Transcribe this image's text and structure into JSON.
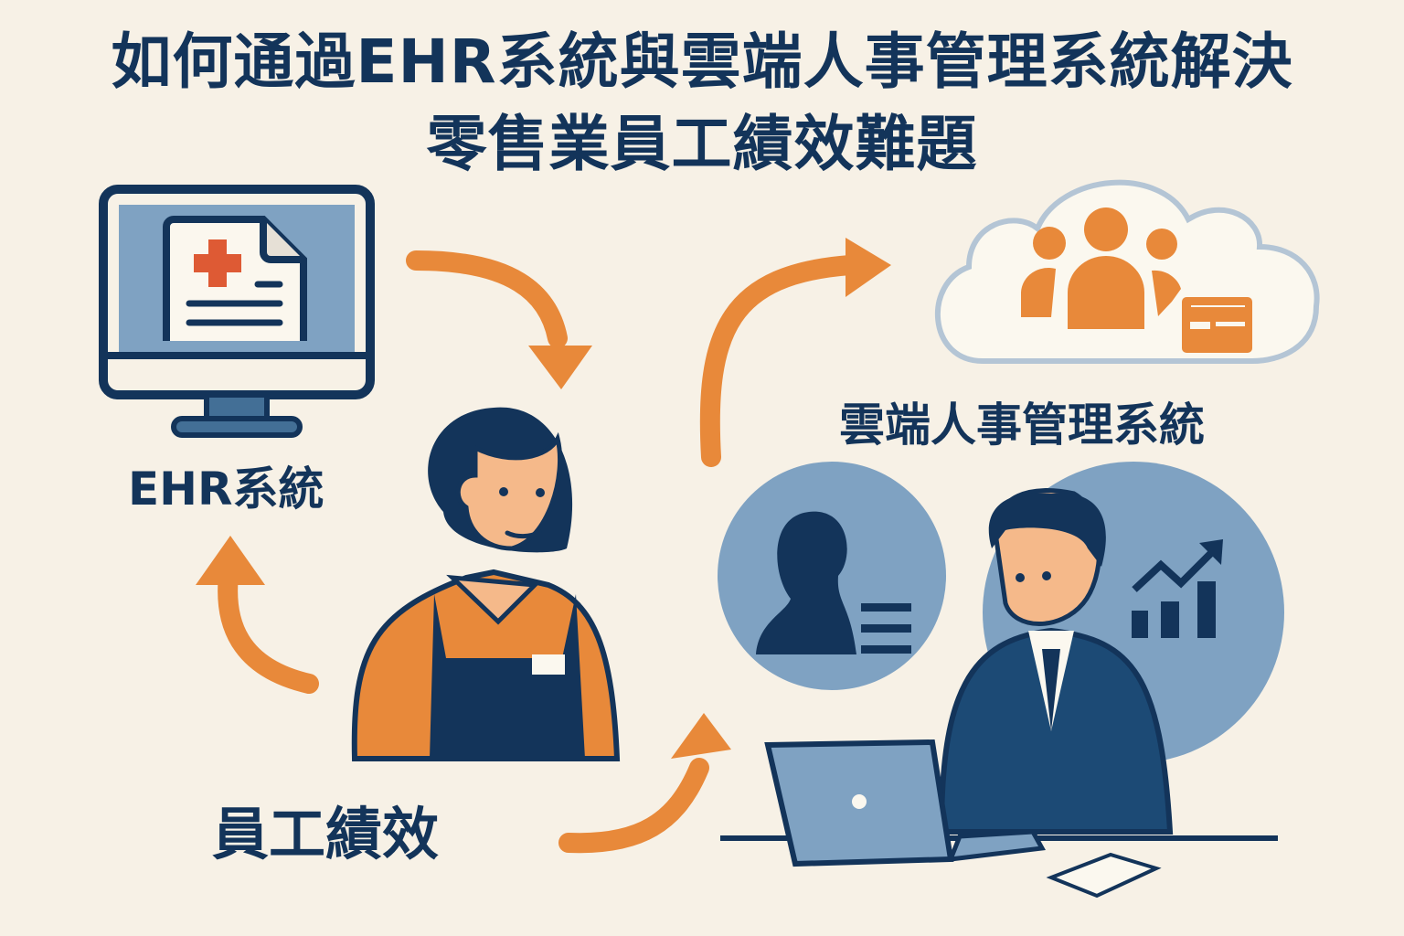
{
  "title": {
    "line1": "如何通過EHR系統與雲端人事管理系統解決",
    "line2": "零售業員工績效難題"
  },
  "labels": {
    "ehr": "EHR系統",
    "cloud_hr": "雲端人事管理系統",
    "performance": "員工績效"
  },
  "colors": {
    "background": "#f7f1e6",
    "navy": "#13345a",
    "orange": "#e8893a",
    "steel_blue": "#7fa2c2",
    "red_cross": "#de5a34"
  }
}
